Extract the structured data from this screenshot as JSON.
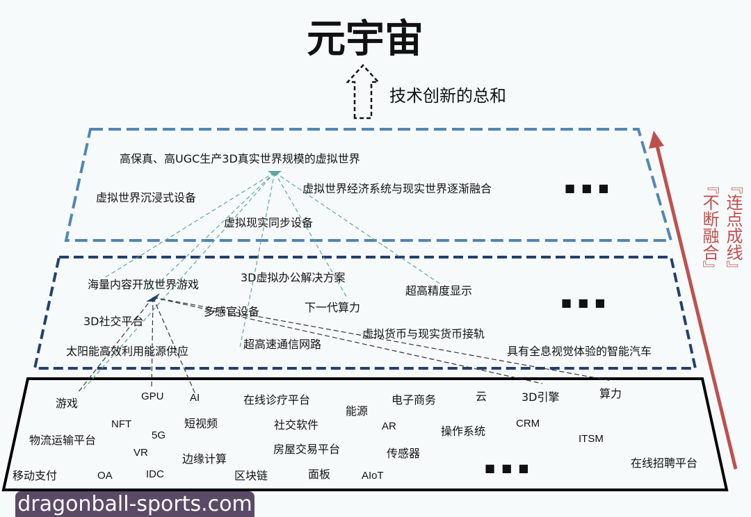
{
  "title": "元宇宙",
  "arrow_caption": "技术创新的总和",
  "side_labels": [
    "『连点成线』",
    "『不断融合』"
  ],
  "colors": {
    "top_layer": "#4f86b5",
    "middle_layer": "#22406e",
    "bottom_layer": "#000000",
    "arrow": "#c0504d",
    "side_text": "#c0504d",
    "connector": "#5aa7a0"
  },
  "top_layer": {
    "items": [
      "高保真、高UGC生产3D真实世界规模的虚拟世界",
      "虚拟世界沉浸式设备",
      "虚拟世界经济系统与现实世界逐渐融合",
      "虚拟现实同步设备"
    ],
    "more": "■ ■ ■"
  },
  "middle_layer": {
    "items": [
      "海量内容开放世界游戏",
      "3D虚拟办公解决方案",
      "超高精度显示",
      "多感官设备",
      "下一代算力",
      "3D社交平台",
      "虚拟货币与现实货币接轨",
      "太阳能高效利用能源供应",
      "超高速通信网路",
      "具有全息视觉体验的智能汽车"
    ],
    "more": "■ ■ ■"
  },
  "bottom_layer": {
    "items": [
      "游戏",
      "GPU",
      "AI",
      "在线诊疗平台",
      "能源",
      "电子商务",
      "云",
      "3D引擎",
      "算力",
      "NFT",
      "短视频",
      "社交软件",
      "AR",
      "操作系统",
      "CRM",
      "ITSM",
      "物流运输平台",
      "5G",
      "VR",
      "边缘计算",
      "房屋交易平台",
      "传感器",
      "在线招聘平台",
      "移动支付",
      "OA",
      "IDC",
      "区块链",
      "面板",
      "AIoT"
    ],
    "more": "■ ■ ■"
  },
  "watermark": "dragonball-sports.com"
}
